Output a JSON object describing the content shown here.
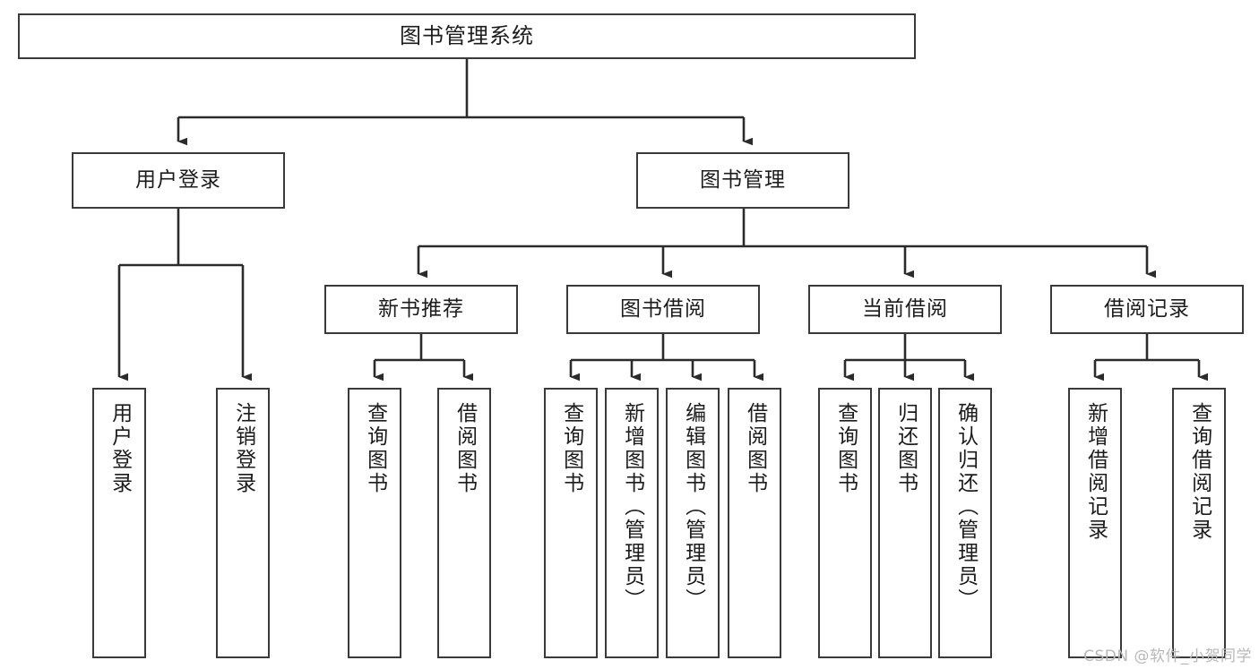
{
  "diagram": {
    "title": "图书管理系统",
    "type": "tree-hierarchy-diagram",
    "watermark": "CSDN @软件_小贺同学",
    "colors": {
      "box_border": "#3a3a3a",
      "box_fill": "#ffffff",
      "edge": "#2b2b2b",
      "text": "#1c1c1c",
      "watermark": "#b8b8b8",
      "background": "#ffffff"
    },
    "root": {
      "label": "图书管理系统"
    },
    "level1": [
      {
        "label": "用户登录"
      },
      {
        "label": "图书管理"
      }
    ],
    "level2": [
      {
        "label": "新书推荐"
      },
      {
        "label": "图书借阅"
      },
      {
        "label": "当前借阅"
      },
      {
        "label": "借阅记录"
      }
    ],
    "leaves": {
      "user_login": [
        {
          "label": "用户登录"
        },
        {
          "label": "注销登录"
        }
      ],
      "new_book_recommend": [
        {
          "label": "查询图书"
        },
        {
          "label": "借阅图书"
        }
      ],
      "book_borrow": [
        {
          "label": "查询图书"
        },
        {
          "label": "新增图书（管理员）"
        },
        {
          "label": "编辑图书（管理员）"
        },
        {
          "label": "借阅图书"
        }
      ],
      "current_borrow": [
        {
          "label": "查询图书"
        },
        {
          "label": "归还图书"
        },
        {
          "label": "确认归还（管理员）"
        }
      ],
      "borrow_record": [
        {
          "label": "新增借阅记录"
        },
        {
          "label": "查询借阅记录"
        }
      ]
    }
  }
}
